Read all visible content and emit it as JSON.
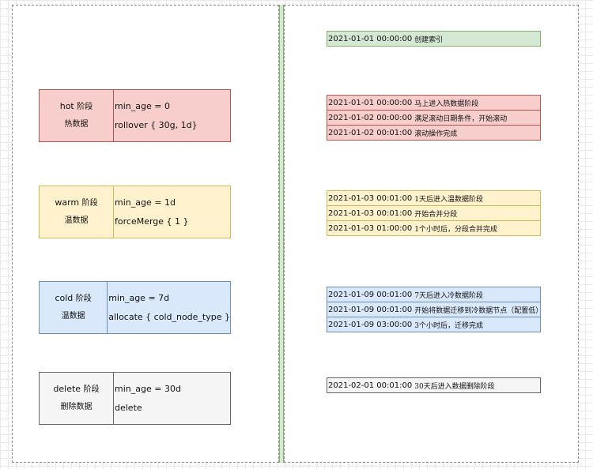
{
  "phases": [
    {
      "name": "hot",
      "suffix": "阶段",
      "label": "热数据",
      "config": [
        "min_age = 0",
        "rollover { 30g, 1d}"
      ]
    },
    {
      "name": "warm",
      "suffix": "阶段",
      "label": "温数据",
      "config": [
        "min_age = 1d",
        "forceMerge { 1 }"
      ]
    },
    {
      "name": "cold",
      "suffix": "阶段",
      "label": "温数据",
      "config": [
        "min_age = 7d",
        "allocate { cold_node_type }"
      ]
    },
    {
      "name": "delete",
      "suffix": "阶段",
      "label": "删除数据",
      "config": [
        "min_age = 30d",
        "delete"
      ]
    }
  ],
  "timeline": {
    "create": [
      {
        "time": "2021-01-01 00:00:00",
        "text": "创建索引"
      }
    ],
    "hot": [
      {
        "time": "2021-01-01 00:00:00",
        "text": "马上进入热数据阶段"
      },
      {
        "time": "2021-01-02 00:00:00",
        "text": "满足滚动日期条件，开始滚动"
      },
      {
        "time": "2021-01-02 00:01:00",
        "text": "滚动操作完成"
      }
    ],
    "warm": [
      {
        "time": "2021-01-03 00:01:00",
        "text": "1天后进入温数据阶段"
      },
      {
        "time": "2021-01-03 00:01:00",
        "text": "开始合并分段"
      },
      {
        "time": "2021-01-03 01:00:00",
        "text": "1个小时后，分段合并完成"
      }
    ],
    "cold": [
      {
        "time": "2021-01-09 00:01:00",
        "text": "7天后进入冷数据阶段"
      },
      {
        "time": "2021-01-09 00:01:00",
        "text": "开始将数据迁移到冷数据节点（配置低）"
      },
      {
        "time": "2021-01-09 03:00:00",
        "text": "3个小时后，迁移完成"
      }
    ],
    "delete": [
      {
        "time": "2021-02-01 00:01:00",
        "text": "30天后进入数据删除阶段"
      }
    ]
  },
  "colors": {
    "hot": "#f8cecc",
    "warm": "#fff2cc",
    "cold": "#dae8fc",
    "delete": "#f5f5f5",
    "create": "#d5e8d4"
  }
}
